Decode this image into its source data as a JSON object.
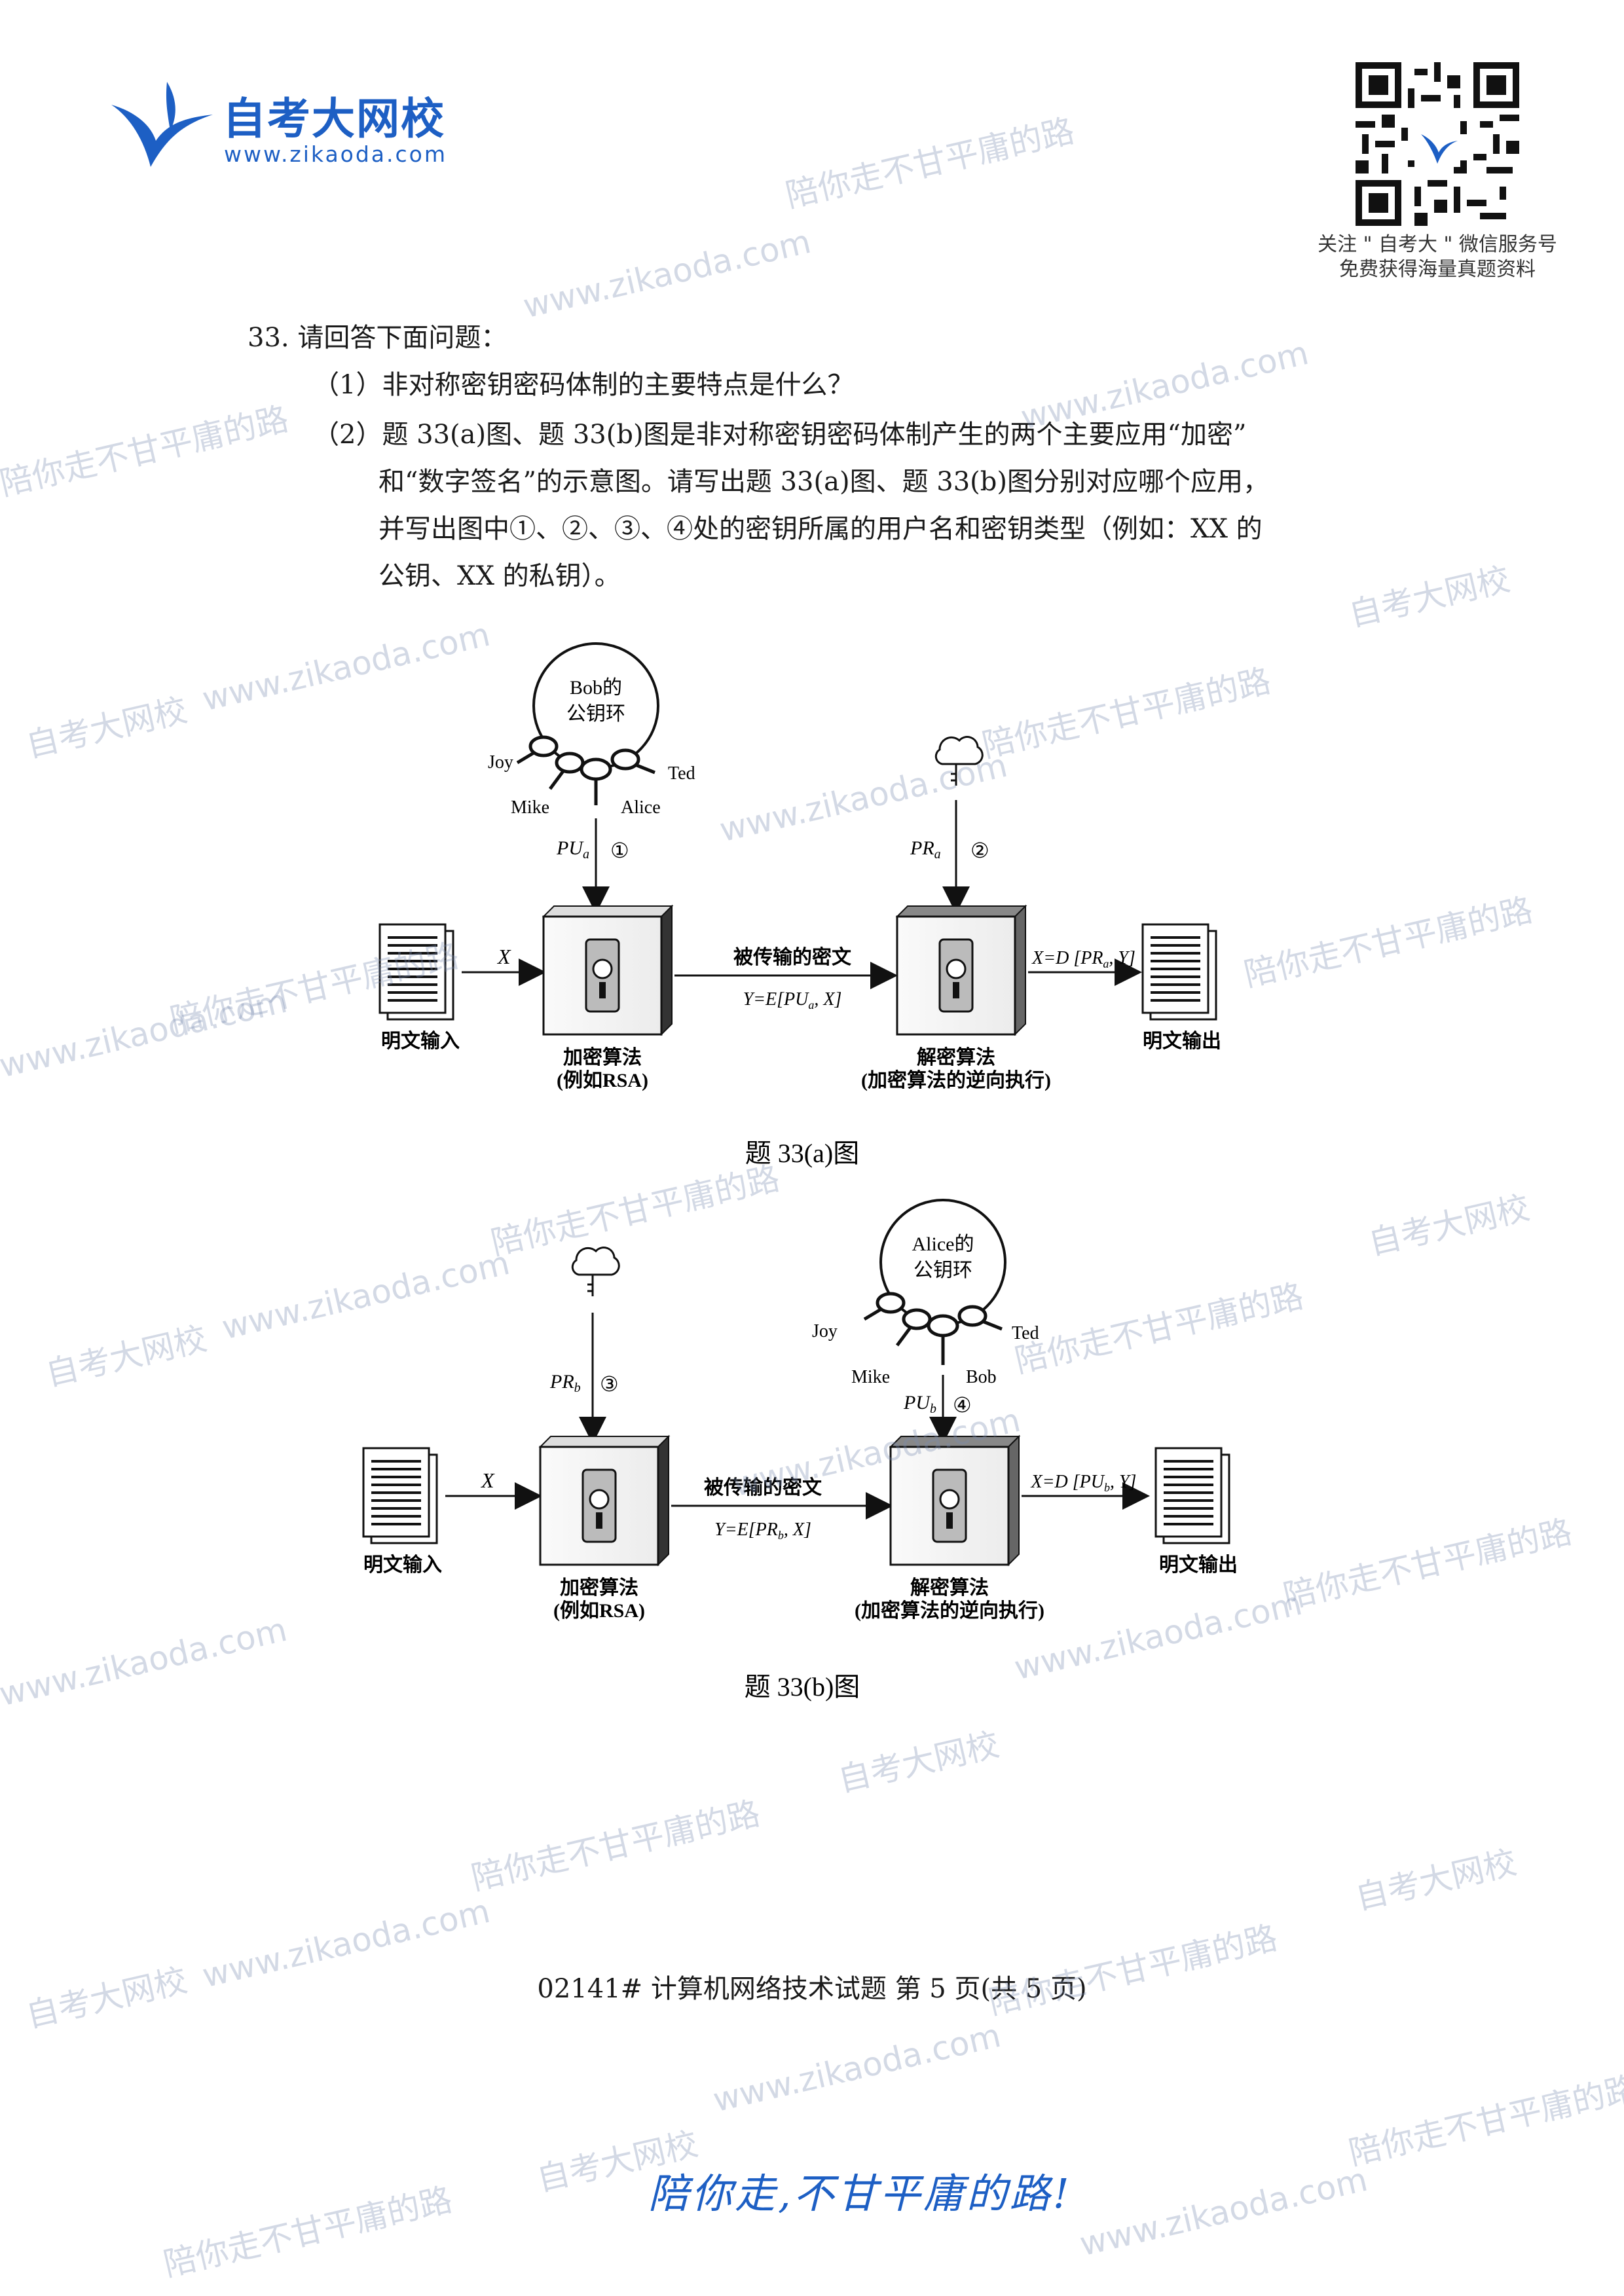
{
  "header": {
    "brand": "自考大网校",
    "url": "www.zikaoda.com",
    "qr_caption_line1": "关注 \" 自考大 \" 微信服务号",
    "qr_caption_line2": "免费获得海量真题资料"
  },
  "question": {
    "stem": "33. 请回答下面问题：",
    "part1": "（1）非对称密钥密码体制的主要特点是什么？",
    "part2_line1": "（2）题 33(a)图、题 33(b)图是非对称密钥密码体制产生的两个主要应用“加密”",
    "part2_line2": "和“数字签名”的示意图。请写出题 33(a)图、题 33(b)图分别对应哪个应用，",
    "part2_line3": "并写出图中①、②、③、④处的密钥所属的用户名和密钥类型（例如：XX 的",
    "part2_line4": "公钥、XX 的私钥）。"
  },
  "figure_a": {
    "ring_line1": "Bob的",
    "ring_line2": "公钥环",
    "keys": [
      "Joy",
      "Mike",
      "Alice",
      "Ted"
    ],
    "key1_label": "PU",
    "key1_sub": "a",
    "marker1": "①",
    "key2_label": "PR",
    "key2_sub": "a",
    "marker2": "②",
    "input_x": "X",
    "input_label": "明文输入",
    "transmit_label": "被传输的密文",
    "cipher_formula": "Y=E[PU",
    "cipher_sub": "a",
    "cipher_tail": ", X]",
    "decrypt_formula": "X=D [PR",
    "decrypt_sub": "a",
    "decrypt_tail": ", Y]",
    "output_label": "明文输出",
    "enc_line1": "加密算法",
    "enc_line2": "(例如RSA)",
    "dec_line1": "解密算法",
    "dec_line2": "(加密算法的逆向执行)",
    "caption": "题 33(a)图"
  },
  "figure_b": {
    "ring_line1": "Alice的",
    "ring_line2": "公钥环",
    "keys": [
      "Joy",
      "Mike",
      "Bob",
      "Ted"
    ],
    "key3_label": "PR",
    "key3_sub": "b",
    "marker3": "③",
    "key4_label": "PU",
    "key4_sub": "b",
    "marker4": "④",
    "input_x": "X",
    "input_label": "明文输入",
    "transmit_label": "被传输的密文",
    "cipher_formula": "Y=E[PR",
    "cipher_sub": "b",
    "cipher_tail": ", X]",
    "decrypt_formula": "X=D [PU",
    "decrypt_sub": "b",
    "decrypt_tail": ", Y]",
    "output_label": "明文输出",
    "enc_line1": "加密算法",
    "enc_line2": "(例如RSA)",
    "dec_line1": "解密算法",
    "dec_line2": "(加密算法的逆向执行)",
    "caption": "题 33(b)图"
  },
  "footer": {
    "page_info": "02141# 计算机网络技术试题 第 5 页(共 5 页)",
    "slogan": "陪你走,不甘平庸的路!"
  },
  "watermarks": [
    "www.zikaoda.com",
    "陪你走不甘平庸的路",
    "自考大网校"
  ],
  "colors": {
    "brand_blue": "#1d5fc4",
    "watermark": "#8c9ab8"
  }
}
